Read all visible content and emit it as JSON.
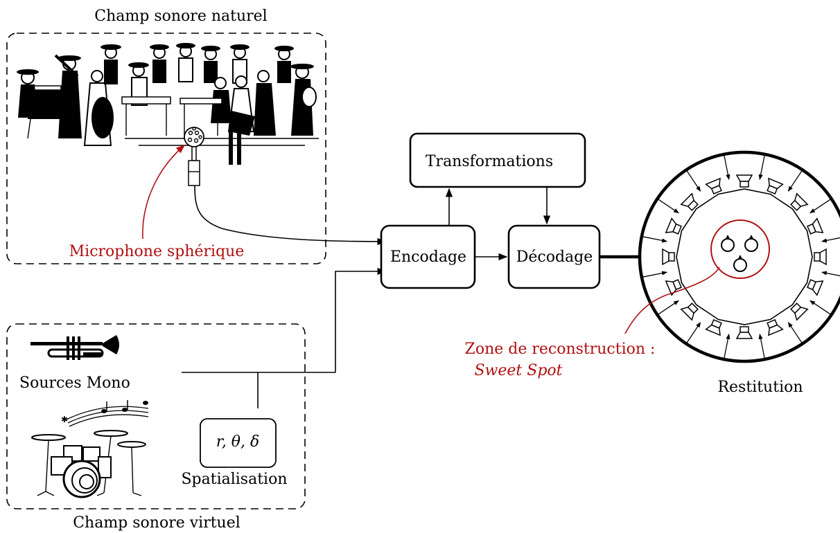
{
  "natural_field": {
    "title": "Champ sonore naturel",
    "mic_label": "Microphone sphérique",
    "orchestra_icon": "mariachi-orchestra-drawing",
    "mic_icon": "spherical-microphone-icon"
  },
  "virtual_field": {
    "title": "Champ sonore virtuel",
    "sources_label": "Sources Mono",
    "spatial_params": "r, θ, δ",
    "spatial_label": "Spatialisation",
    "icons": [
      "trumpet-icon",
      "music-notes-icon",
      "drum-kit-icon"
    ]
  },
  "pipeline": {
    "transformations": "Transformations",
    "encodage": "Encodage",
    "decodage": "Décodage"
  },
  "restitution": {
    "label": "Restitution",
    "zone_label": "Zone de reconstruction :",
    "sweet_spot": "Sweet Spot",
    "speaker_icon": "loudspeaker-icon",
    "listener_icon": "listener-head-icon"
  },
  "colors": {
    "accent": "#b01010",
    "ink": "#000000"
  }
}
